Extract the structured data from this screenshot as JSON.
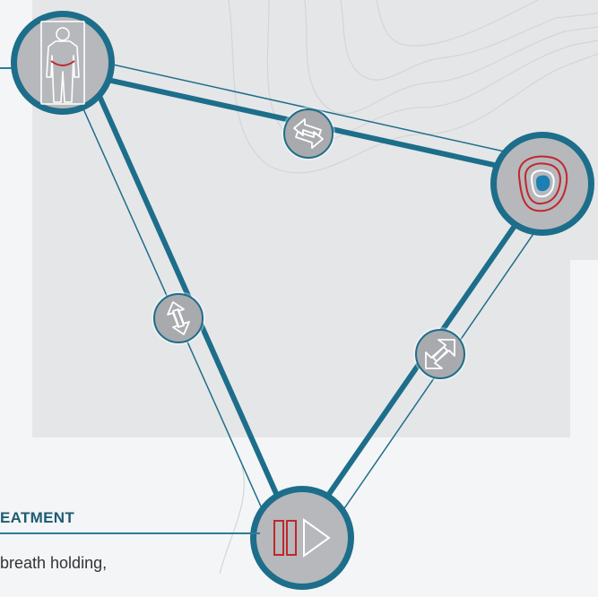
{
  "heading": "EATMENT",
  "body_text": "breath holding,",
  "nodes": [
    {
      "name": "patient-body-icon"
    },
    {
      "name": "tumor-contour-icon"
    },
    {
      "name": "pause-play-icon"
    }
  ],
  "connectors": [
    {
      "name": "exchange-arrows-icon-top"
    },
    {
      "name": "exchange-arrows-icon-left"
    },
    {
      "name": "exchange-arrows-icon-right"
    }
  ],
  "colors": {
    "node_ring": "#1d6e8a",
    "node_fill": "#b6b8bb",
    "accent_red": "#c1272d",
    "accent_blue": "#1b7fb3",
    "line": "#1d6e8a"
  }
}
